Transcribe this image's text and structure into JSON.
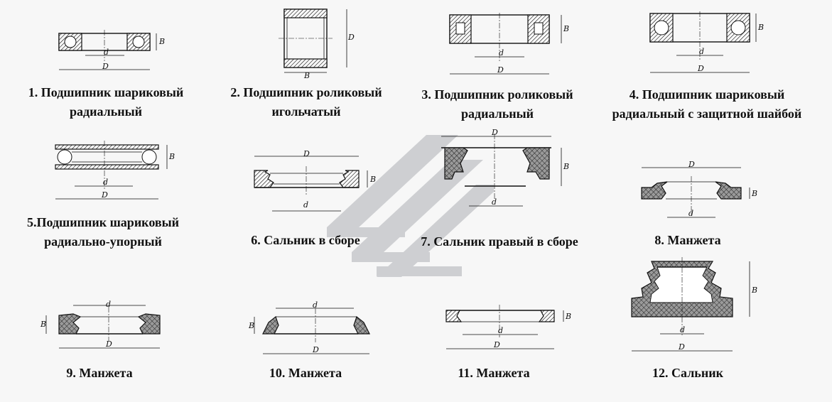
{
  "items": [
    {
      "caption": "1. Подшипник шариковый\nрадиальный",
      "dims": [
        "d",
        "D",
        "B"
      ]
    },
    {
      "caption": "2. Подшипник роликовый\nигольчатый",
      "dims": [
        "D",
        "B"
      ]
    },
    {
      "caption": "3. Подшипник роликовый\nрадиальный",
      "dims": [
        "d",
        "D",
        "B"
      ]
    },
    {
      "caption": "4. Подшипник шариковый\nрадиальный с защитной шайбой",
      "dims": [
        "d",
        "D",
        "B"
      ]
    },
    {
      "caption": "5.Подшипник шариковый\nрадиально-упорный",
      "dims": [
        "d",
        "D",
        "B"
      ]
    },
    {
      "caption": "6. Сальник в сборе",
      "dims": [
        "D",
        "d",
        "B"
      ]
    },
    {
      "caption": "7. Сальник правый в сборе",
      "dims": [
        "D",
        "d",
        "B"
      ]
    },
    {
      "caption": "8. Манжета",
      "dims": [
        "D",
        "d",
        "B"
      ]
    },
    {
      "caption": "9. Манжета",
      "dims": [
        "d",
        "D",
        "B"
      ]
    },
    {
      "caption": "10. Манжета",
      "dims": [
        "d",
        "D",
        "B"
      ]
    },
    {
      "caption": "11. Манжета",
      "dims": [
        "d",
        "D",
        "B"
      ]
    },
    {
      "caption": "12. Сальник",
      "dims": [
        "d",
        "D",
        "B"
      ]
    }
  ]
}
